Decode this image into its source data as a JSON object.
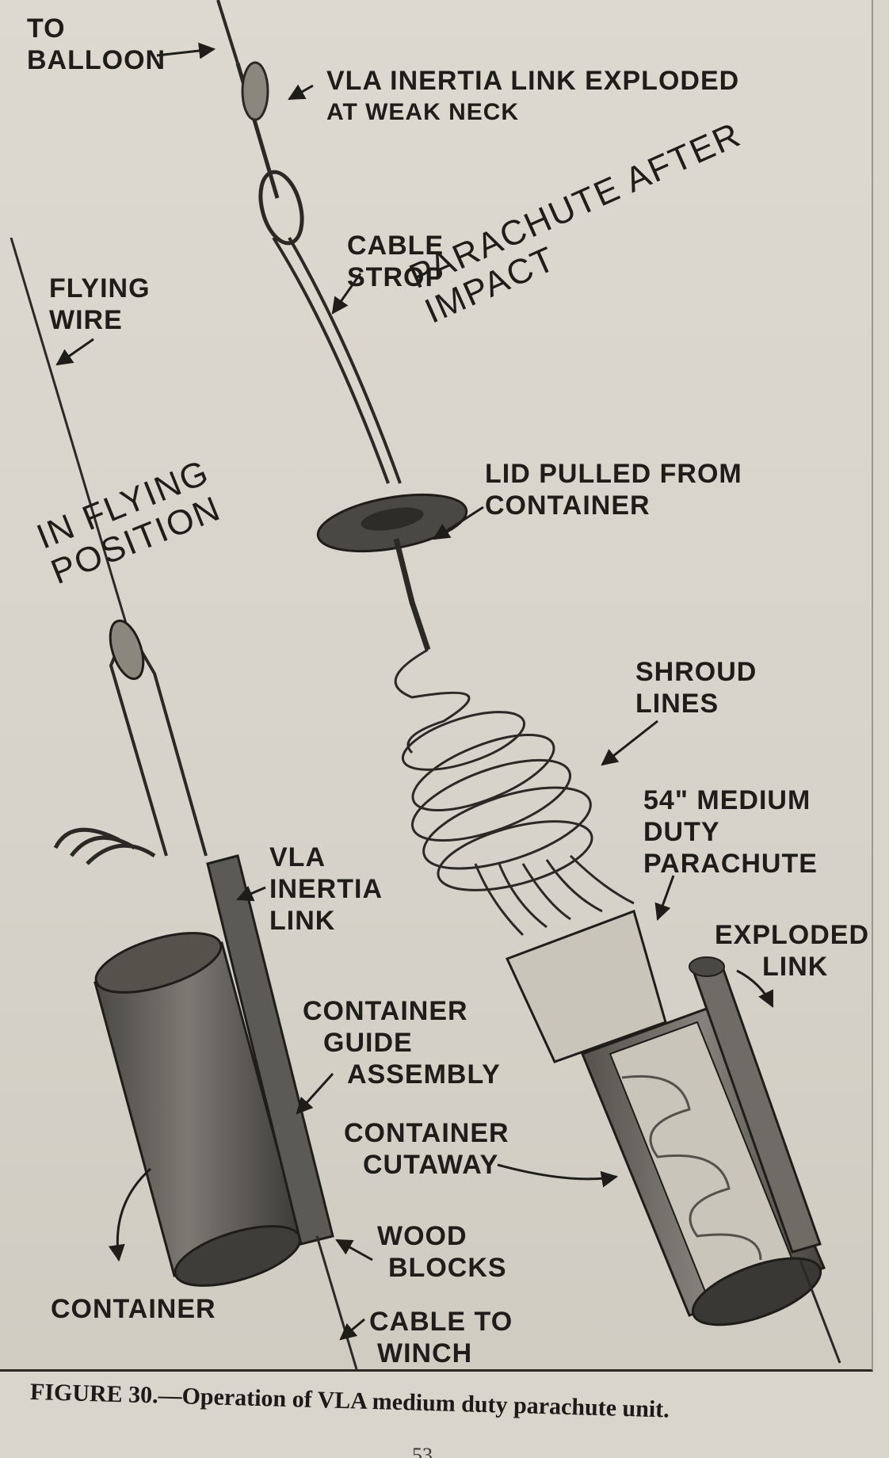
{
  "labels": {
    "to_balloon": [
      "TO",
      "BALLOON"
    ],
    "inertia_link_exploded": [
      "VLA  INERTIA LINK EXPLODED",
      "AT  WEAK  NECK"
    ],
    "cable_strop": [
      "CABLE",
      "STROP"
    ],
    "flying_wire": [
      "FLYING",
      "WIRE"
    ],
    "parachute_after_impact": [
      "PARACHUTE AFTER",
      "IMPACT"
    ],
    "in_flying_position": [
      "IN   FLYING",
      "POSITION"
    ],
    "lid_pulled": [
      "LID  PULLED  FROM",
      "CONTAINER"
    ],
    "shroud_lines": [
      "SHROUD",
      "LINES"
    ],
    "medium_duty_parachute": [
      "54\" MEDIUM",
      "DUTY",
      "PARACHUTE"
    ],
    "vla_inertia_link": [
      "VLA",
      "INERTIA",
      "LINK"
    ],
    "exploded_link": [
      "EXPLODED",
      "LINK"
    ],
    "container_guide_assembly": [
      "CONTAINER",
      "GUIDE",
      "ASSEMBLY"
    ],
    "container_cutaway": [
      "CONTAINER",
      "CUTAWAY"
    ],
    "wood_blocks": [
      "WOOD",
      "BLOCKS"
    ],
    "container": [
      "CONTAINER"
    ],
    "cable_to_winch": [
      "CABLE  TO",
      "WINCH"
    ]
  },
  "caption": "FIGURE 30.—Operation of VLA medium duty parachute unit.",
  "page_number": "53",
  "colors": {
    "paper": "#d8d5cc",
    "ink": "#1e1d1a",
    "container_fill": "#6f6c66",
    "container_dark": "#3f3d39",
    "fabric": "#c9c5bb"
  }
}
